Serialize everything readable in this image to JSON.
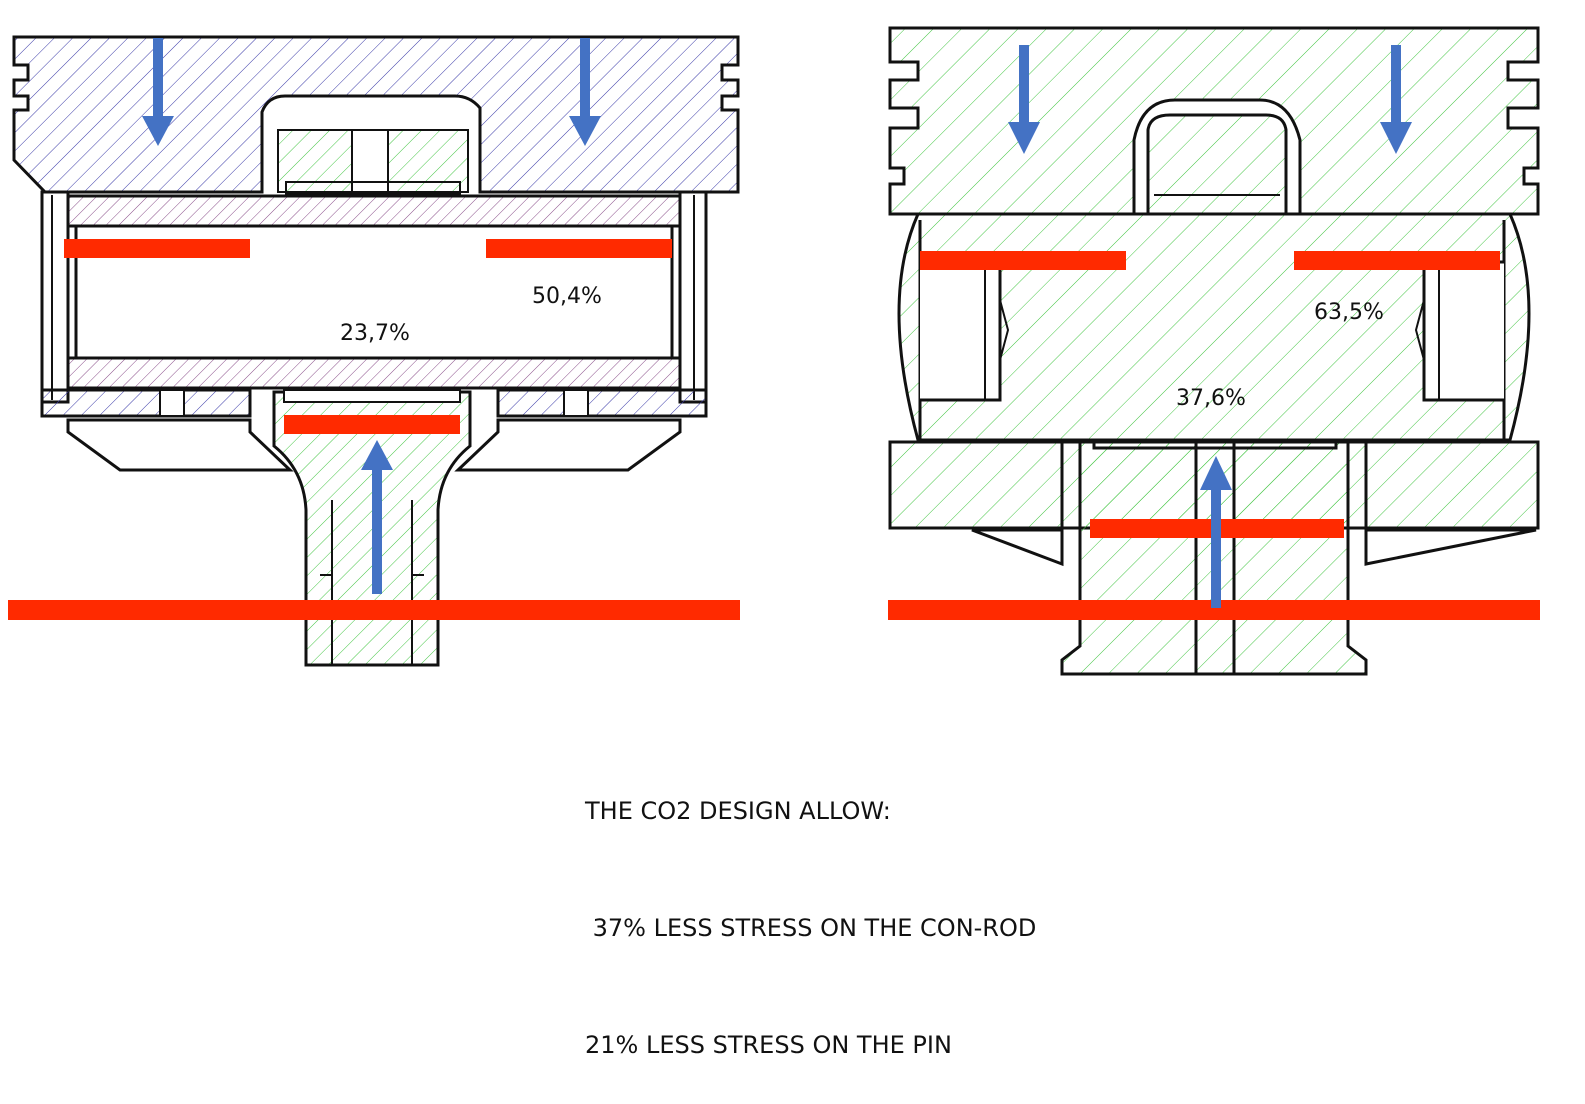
{
  "left_figure": {
    "labels": {
      "pin_stress": "23,7%",
      "conrod_stress": "50,4%"
    }
  },
  "right_figure": {
    "labels": {
      "pin_stress": "37,6%",
      "conrod_stress": "63,5%"
    }
  },
  "caption": {
    "line1": "THE CO2 DESIGN ALLOW:",
    "line2": " 37% LESS STRESS ON THE CON-ROD",
    "line3": "21% LESS STRESS ON THE PIN"
  },
  "colors": {
    "outline": "#111111",
    "hatch_blue": "#3a3aa8",
    "hatch_green": "#44c644",
    "hatch_purple": "#8a4f8a",
    "stress_line": "#ff2a00",
    "force_arrow": "#4472c4"
  }
}
